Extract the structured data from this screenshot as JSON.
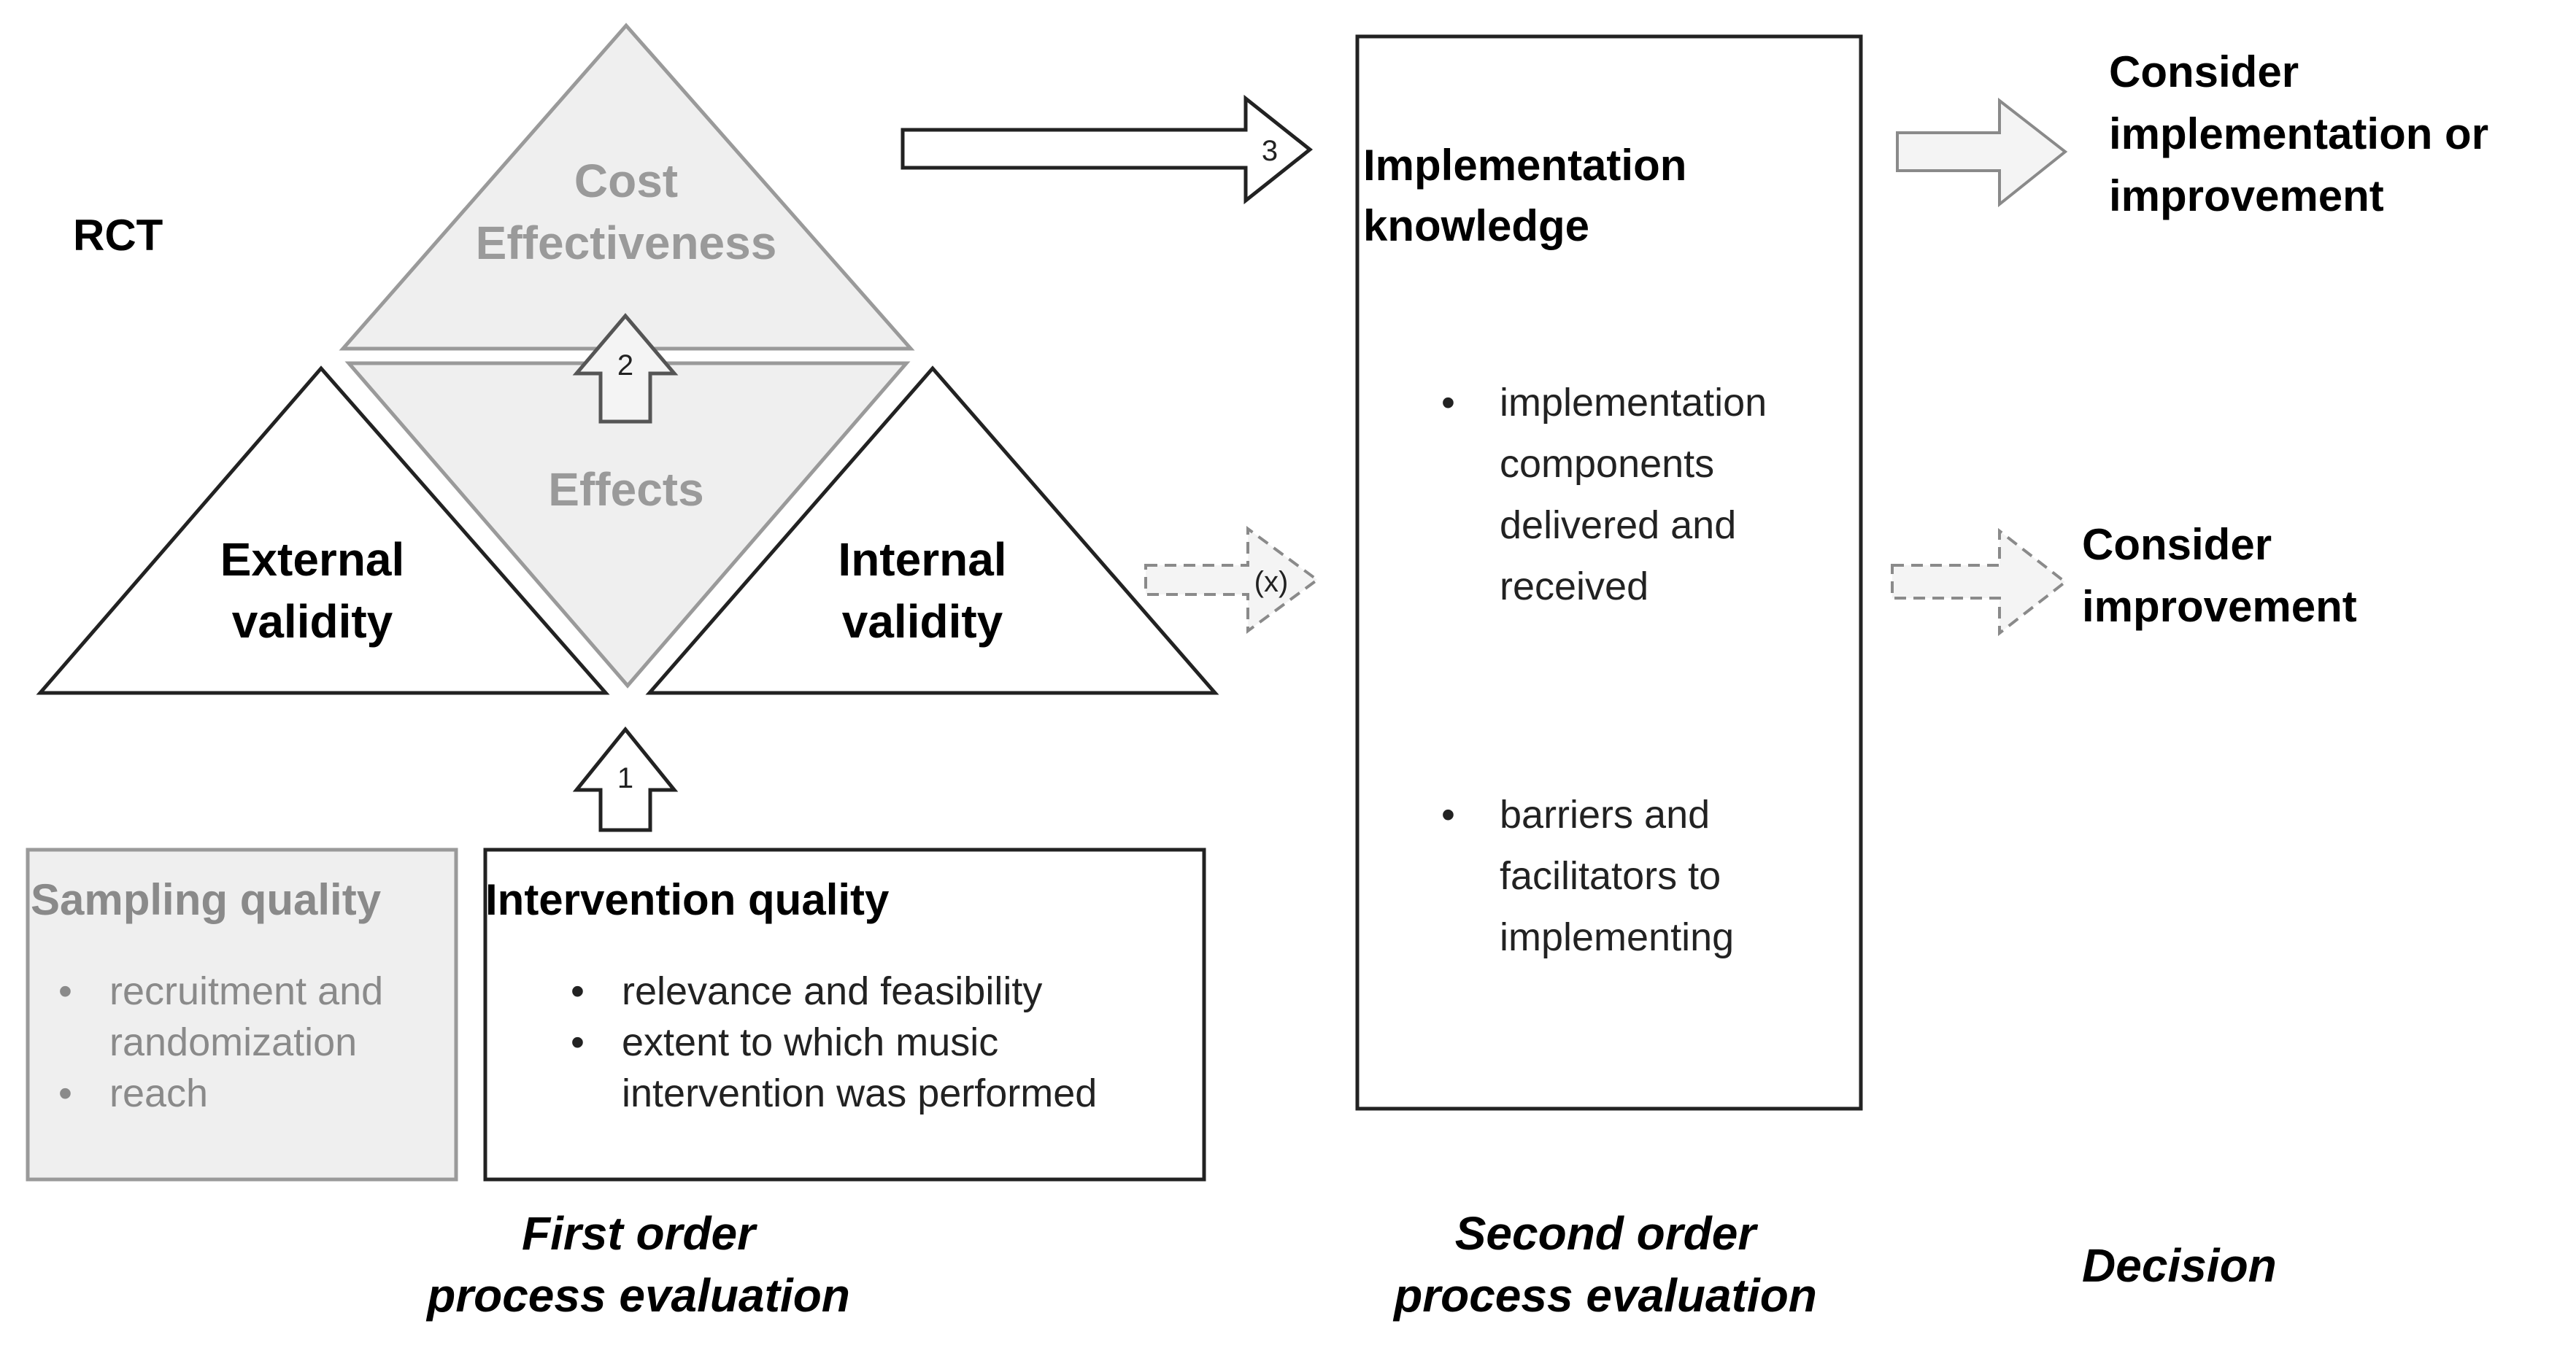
{
  "rct_label": "RCT",
  "cost_effectiveness": {
    "line1": "Cost",
    "line2": "Effectiveness"
  },
  "effects": "Effects",
  "external_validity": {
    "line1": "External",
    "line2": "validity"
  },
  "internal_validity": {
    "line1": "Internal",
    "line2": "validity"
  },
  "arrows": {
    "a1": "1",
    "a2": "2",
    "a3": "3",
    "ax": "(x)"
  },
  "sampling_quality": {
    "title": "Sampling quality",
    "items": [
      "recruitment and",
      "randomization",
      "reach"
    ]
  },
  "intervention_quality": {
    "title": "Intervention quality",
    "items": [
      "relevance and feasibility",
      "extent to which music",
      "intervention was performed"
    ]
  },
  "implementation_knowledge": {
    "title_line1": "Implementation",
    "title_line2": "knowledge",
    "item1": [
      "implementation",
      "components",
      "delivered and",
      "received"
    ],
    "item2": [
      "barriers and",
      "facilitators to",
      "implementing"
    ]
  },
  "decisions": {
    "consider_impl": [
      "Consider",
      "implementation or",
      "improvement"
    ],
    "consider_improvement": [
      "Consider",
      "improvement"
    ]
  },
  "footer": {
    "first_order": [
      "First order",
      "process evaluation"
    ],
    "second_order": [
      "Second order",
      "process evaluation"
    ],
    "decision": "Decision"
  },
  "colors": {
    "grey_fill": "#efefef",
    "stroke": "#222222",
    "grey_stroke": "#9a9a9a"
  }
}
